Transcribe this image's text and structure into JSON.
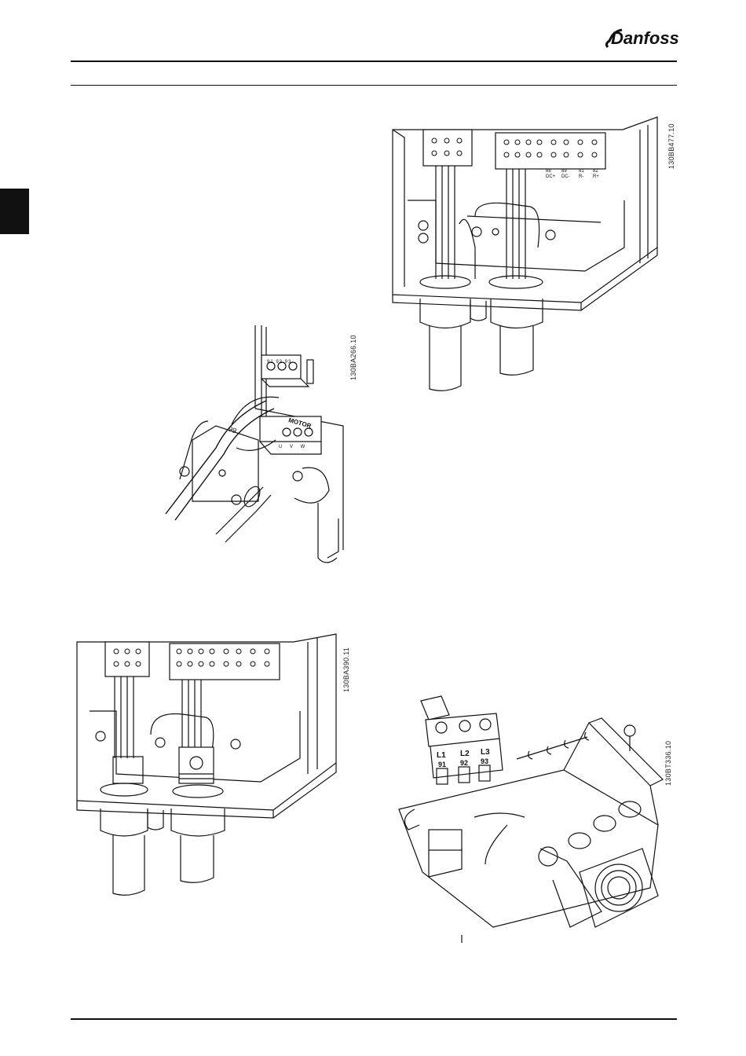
{
  "header": {
    "brand": "Danfoss"
  },
  "figures": [
    {
      "code": "130BA266.10",
      "labels": {
        "terminals_top": "91 92 93",
        "motor": "MOTOR",
        "terminal_99": "99",
        "uvw": "U V W"
      }
    },
    {
      "code": "130BB477.10",
      "labels": {
        "dc_plus": "DC+",
        "dc_minus": "DC-",
        "r_minus": "R-",
        "r_plus": "R+",
        "t88": "88",
        "t89": "89",
        "t81": "81",
        "t82": "82"
      }
    },
    {
      "code": "130BA390.11",
      "labels": {}
    },
    {
      "code": "130BT336.10",
      "labels": {
        "l1": "L1",
        "l2": "L2",
        "l3": "L3",
        "t91": "91",
        "t92": "92",
        "t93": "93"
      }
    }
  ]
}
